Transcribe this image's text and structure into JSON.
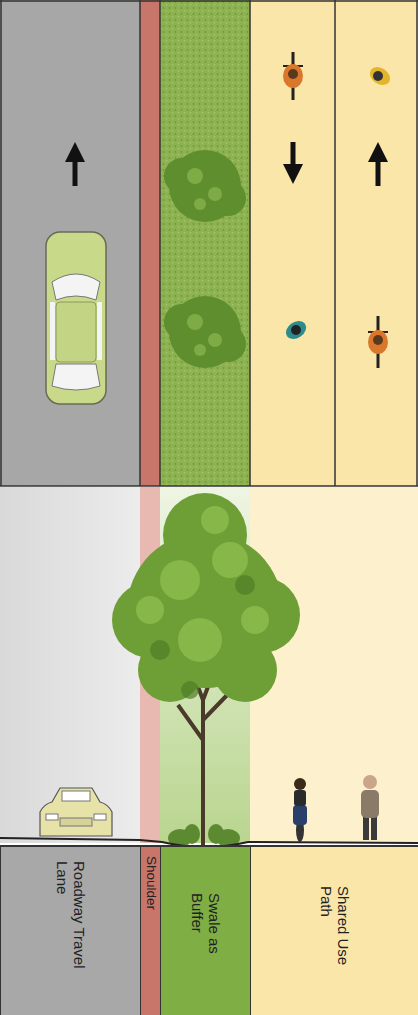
{
  "diagram": {
    "nodes": [
      {
        "text": [
          "Roadway Travel Lane"
        ]
      },
      {
        "text": [
          "Shoulder"
        ]
      },
      {
        "text": [
          "Swale as Buffer"
        ]
      },
      {
        "text": [
          "Shared Use Path"
        ]
      }
    ]
  }
}
